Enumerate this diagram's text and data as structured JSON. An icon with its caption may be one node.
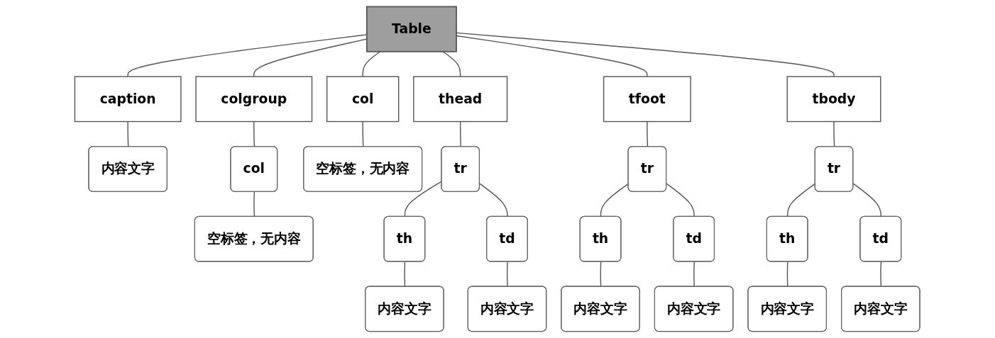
{
  "diagram": {
    "nodes": [
      {
        "text": [
          "Table"
        ]
      },
      {
        "text": [
          "caption"
        ]
      },
      {
        "text": [
          "colgroup"
        ]
      },
      {
        "text": [
          "col"
        ]
      },
      {
        "text": [
          "thead"
        ]
      },
      {
        "text": [
          "tfoot"
        ]
      },
      {
        "text": [
          "tbody"
        ]
      },
      {
        "text": [
          "内容文字"
        ]
      },
      {
        "text": [
          "col"
        ]
      },
      {
        "text": [
          "空标签，无内容"
        ]
      },
      {
        "text": [
          "空标签，无内容"
        ]
      },
      {
        "text": [
          "tr"
        ]
      },
      {
        "text": [
          "th"
        ]
      },
      {
        "text": [
          "内容文字"
        ]
      },
      {
        "text": [
          "td"
        ]
      },
      {
        "text": [
          "内容文字"
        ]
      },
      {
        "text": [
          "tr"
        ]
      },
      {
        "text": [
          "th"
        ]
      },
      {
        "text": [
          "内容文字"
        ]
      },
      {
        "text": [
          "td"
        ]
      },
      {
        "text": [
          "内容文字"
        ]
      },
      {
        "text": [
          "tr"
        ]
      },
      {
        "text": [
          "th"
        ]
      },
      {
        "text": [
          "内容文字"
        ]
      },
      {
        "text": [
          "td"
        ]
      },
      {
        "text": [
          "内容文字"
        ]
      }
    ],
    "edges": [
      {
        "from": 0,
        "to": 1,
        "arrow": "none"
      },
      {
        "from": 0,
        "to": 2,
        "arrow": "none"
      },
      {
        "from": 0,
        "to": 3,
        "arrow": "none"
      },
      {
        "from": 0,
        "to": 4,
        "arrow": "none"
      },
      {
        "from": 0,
        "to": 5,
        "arrow": "none"
      },
      {
        "from": 0,
        "to": 6,
        "arrow": "none"
      },
      {
        "from": 1,
        "to": 7,
        "arrow": "none"
      },
      {
        "from": 2,
        "to": 8,
        "arrow": "none"
      },
      {
        "from": 8,
        "to": 9,
        "arrow": "none"
      },
      {
        "from": 3,
        "to": 10,
        "arrow": "none"
      },
      {
        "from": 4,
        "to": 11,
        "arrow": "none"
      },
      {
        "from": 11,
        "to": 12,
        "arrow": "none"
      },
      {
        "from": 12,
        "to": 13,
        "arrow": "none"
      },
      {
        "from": 11,
        "to": 14,
        "arrow": "none"
      },
      {
        "from": 14,
        "to": 15,
        "arrow": "none"
      },
      {
        "from": 5,
        "to": 16,
        "arrow": "none"
      },
      {
        "from": 16,
        "to": 17,
        "arrow": "none"
      },
      {
        "from": 17,
        "to": 18,
        "arrow": "none"
      },
      {
        "from": 16,
        "to": 19,
        "arrow": "none"
      },
      {
        "from": 19,
        "to": 20,
        "arrow": "none"
      },
      {
        "from": 6,
        "to": 21,
        "arrow": "none"
      },
      {
        "from": 21,
        "to": 22,
        "arrow": "none"
      },
      {
        "from": 22,
        "to": 23,
        "arrow": "none"
      },
      {
        "from": 21,
        "to": 24,
        "arrow": "none"
      },
      {
        "from": 24,
        "to": 25,
        "arrow": "none"
      }
    ]
  }
}
